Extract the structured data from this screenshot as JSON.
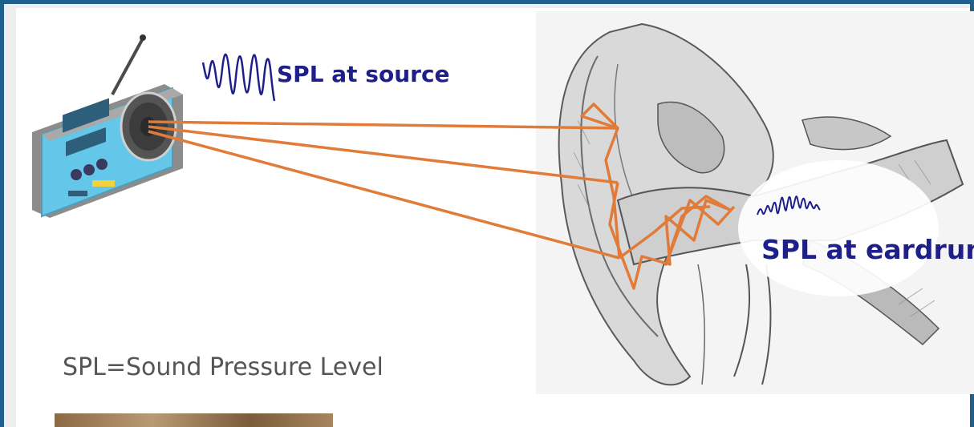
{
  "labels": {
    "source": "SPL at source",
    "eardrum": "SPL at eardrum",
    "definition": "SPL=Sound Pressure Level"
  },
  "colors": {
    "frame": "#1f5f8b",
    "ray": "#e07b39",
    "wave": "#1f1f8a",
    "radio_body": "#64c6e8",
    "label_text": "#1f1f8a",
    "definition_text": "#555555"
  },
  "icons": {
    "radio": "radio-icon",
    "ear": "ear-anatomy-illustration",
    "source_wave": "sound-wave-icon",
    "eardrum_wave": "sound-wave-icon"
  }
}
